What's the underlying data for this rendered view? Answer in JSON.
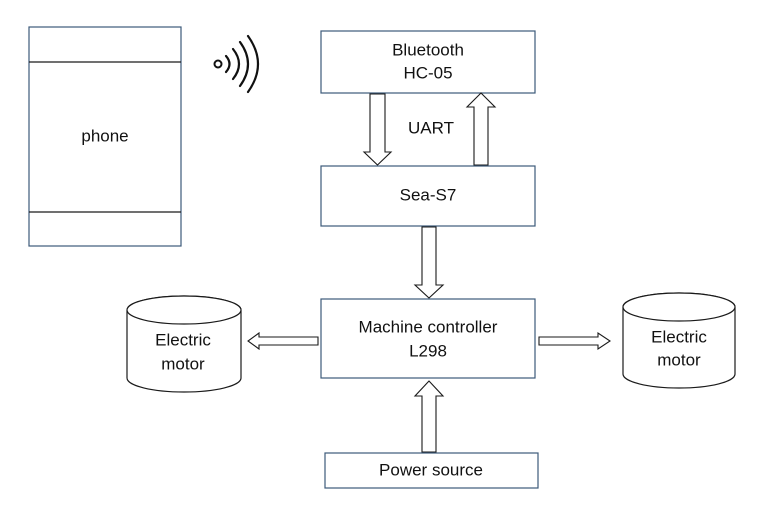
{
  "phone": {
    "label": "phone"
  },
  "bluetooth": {
    "line1": "Bluetooth",
    "line2": "HC-05"
  },
  "link": {
    "label": "UART"
  },
  "mcu": {
    "label": "Sea-S7"
  },
  "controller": {
    "line1": "Machine controller",
    "line2": "L298"
  },
  "power": {
    "label": "Power source"
  },
  "motor_left": {
    "line1": "Electric",
    "line2": "motor"
  },
  "motor_right": {
    "line1": "Electric",
    "line2": "motor"
  },
  "icons": {
    "wireless": "wireless-signal-icon"
  }
}
